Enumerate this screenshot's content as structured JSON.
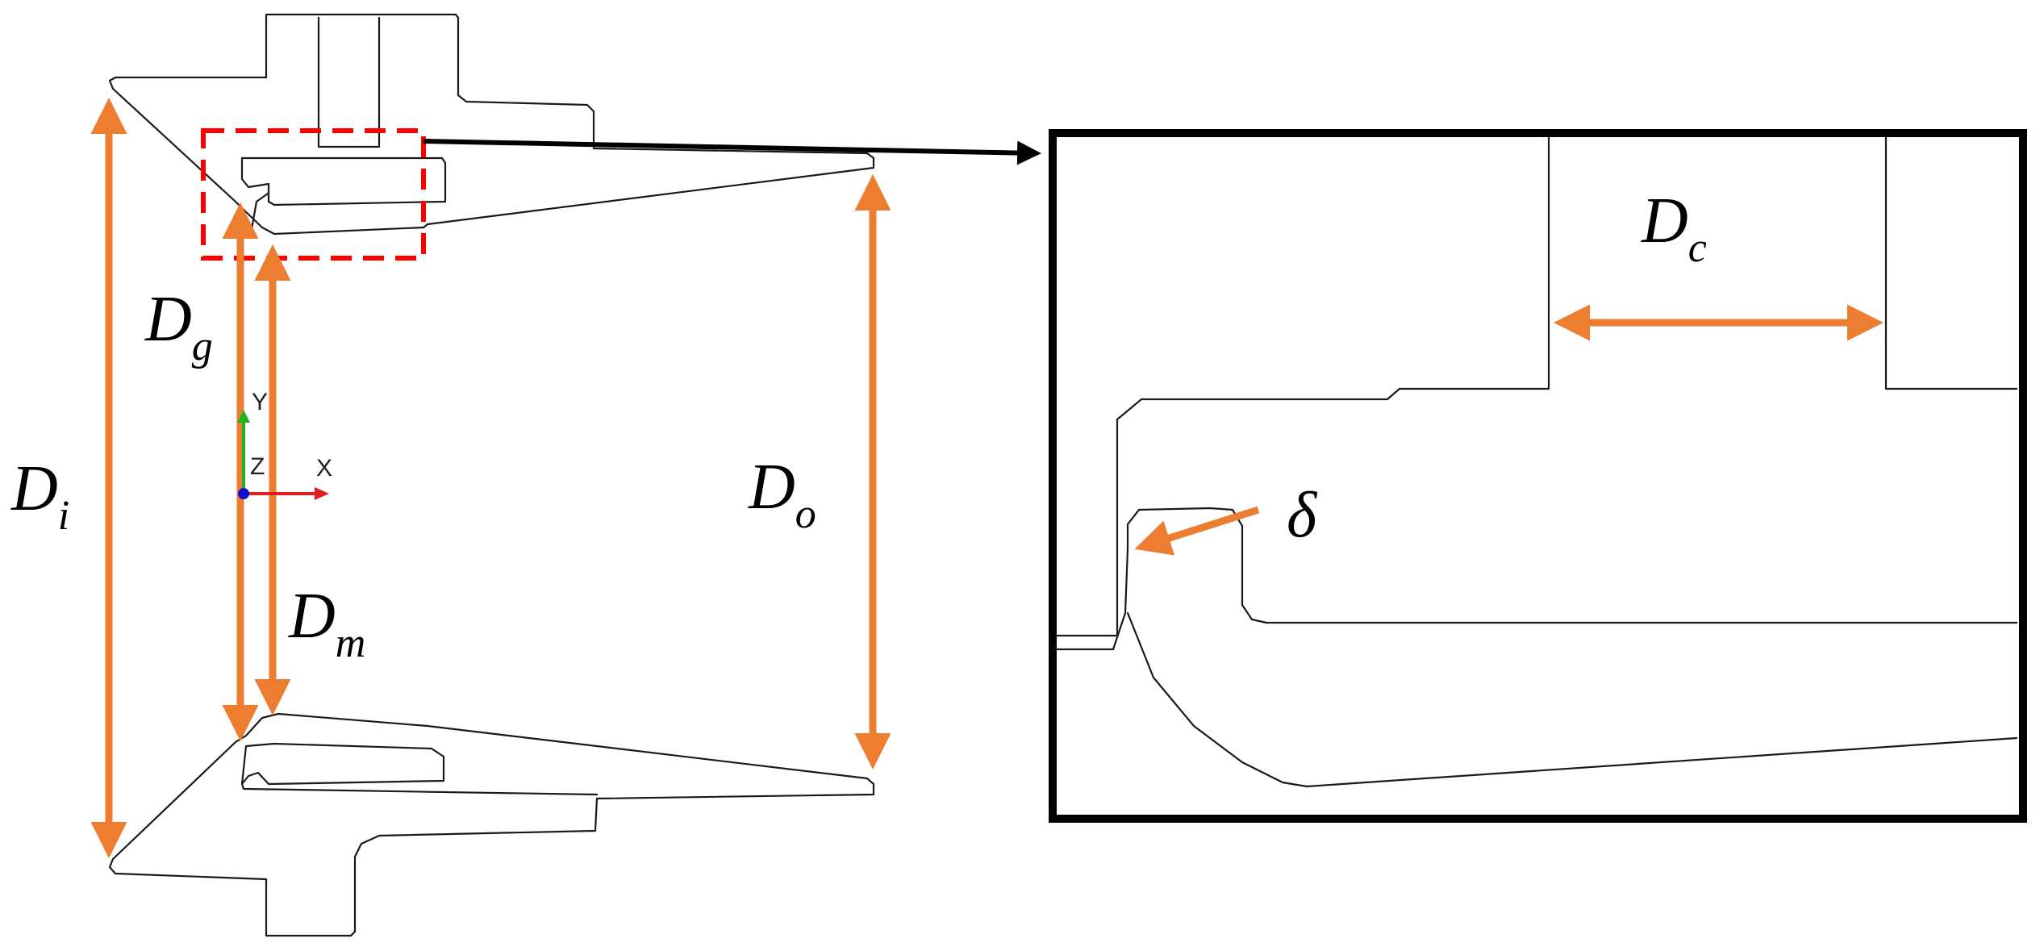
{
  "labels": {
    "d_i": {
      "main": "D",
      "sub": "i"
    },
    "d_g": {
      "main": "D",
      "sub": "g"
    },
    "d_m": {
      "main": "D",
      "sub": "m"
    },
    "d_o": {
      "main": "D",
      "sub": "o"
    },
    "d_c": {
      "main": "D",
      "sub": "c"
    },
    "delta": "δ"
  },
  "axes": {
    "y": "Y",
    "z": "Z",
    "x": "X"
  },
  "colors": {
    "dimension": "#ed7d31",
    "outline": "#1a1a1a",
    "highlight_box": "#ff0000",
    "zoom_frame": "#000000",
    "axis_x": "#e02020",
    "axis_y": "#20b020",
    "axis_origin": "#1010cc"
  }
}
